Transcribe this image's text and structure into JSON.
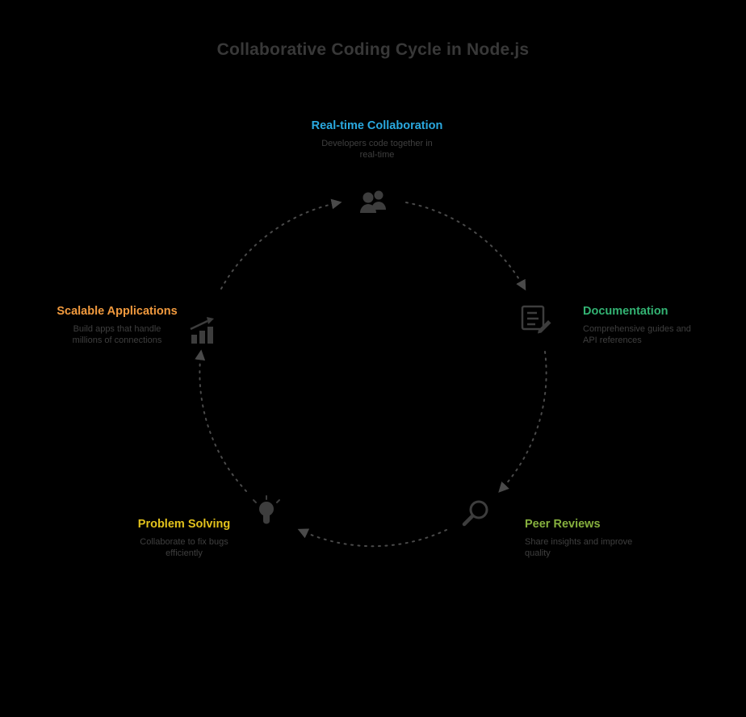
{
  "title": "Collaborative Coding Cycle in Node.js",
  "background_color": "#000000",
  "arc_color": "#4a4a4a",
  "icon_color": "#3d3d3d",
  "cycle": {
    "direction": "clockwise",
    "steps": [
      {
        "id": "realtime-collaboration",
        "label": "Real-time Collaboration",
        "color": "#2aa9e0",
        "icon": "people-icon",
        "desc_line1": "Developers code together in",
        "desc_line2": "real-time"
      },
      {
        "id": "documentation",
        "label": "Documentation",
        "color": "#33b373",
        "icon": "memo-icon",
        "desc_line1": "Comprehensive guides and",
        "desc_line2": "API references"
      },
      {
        "id": "peer-reviews",
        "label": "Peer Reviews",
        "color": "#86b03e",
        "icon": "magnifier-icon",
        "desc_line1": "Share insights and improve",
        "desc_line2": "quality"
      },
      {
        "id": "problem-solving",
        "label": "Problem Solving",
        "color": "#e2c21c",
        "icon": "lightbulb-icon",
        "desc_line1": "Collaborate to fix bugs",
        "desc_line2": "efficiently"
      },
      {
        "id": "scalable-applications",
        "label": "Scalable Applications",
        "color": "#f19a3e",
        "icon": "growth-chart-icon",
        "desc_line1": "Build apps that handle",
        "desc_line2": "millions of connections"
      }
    ]
  }
}
